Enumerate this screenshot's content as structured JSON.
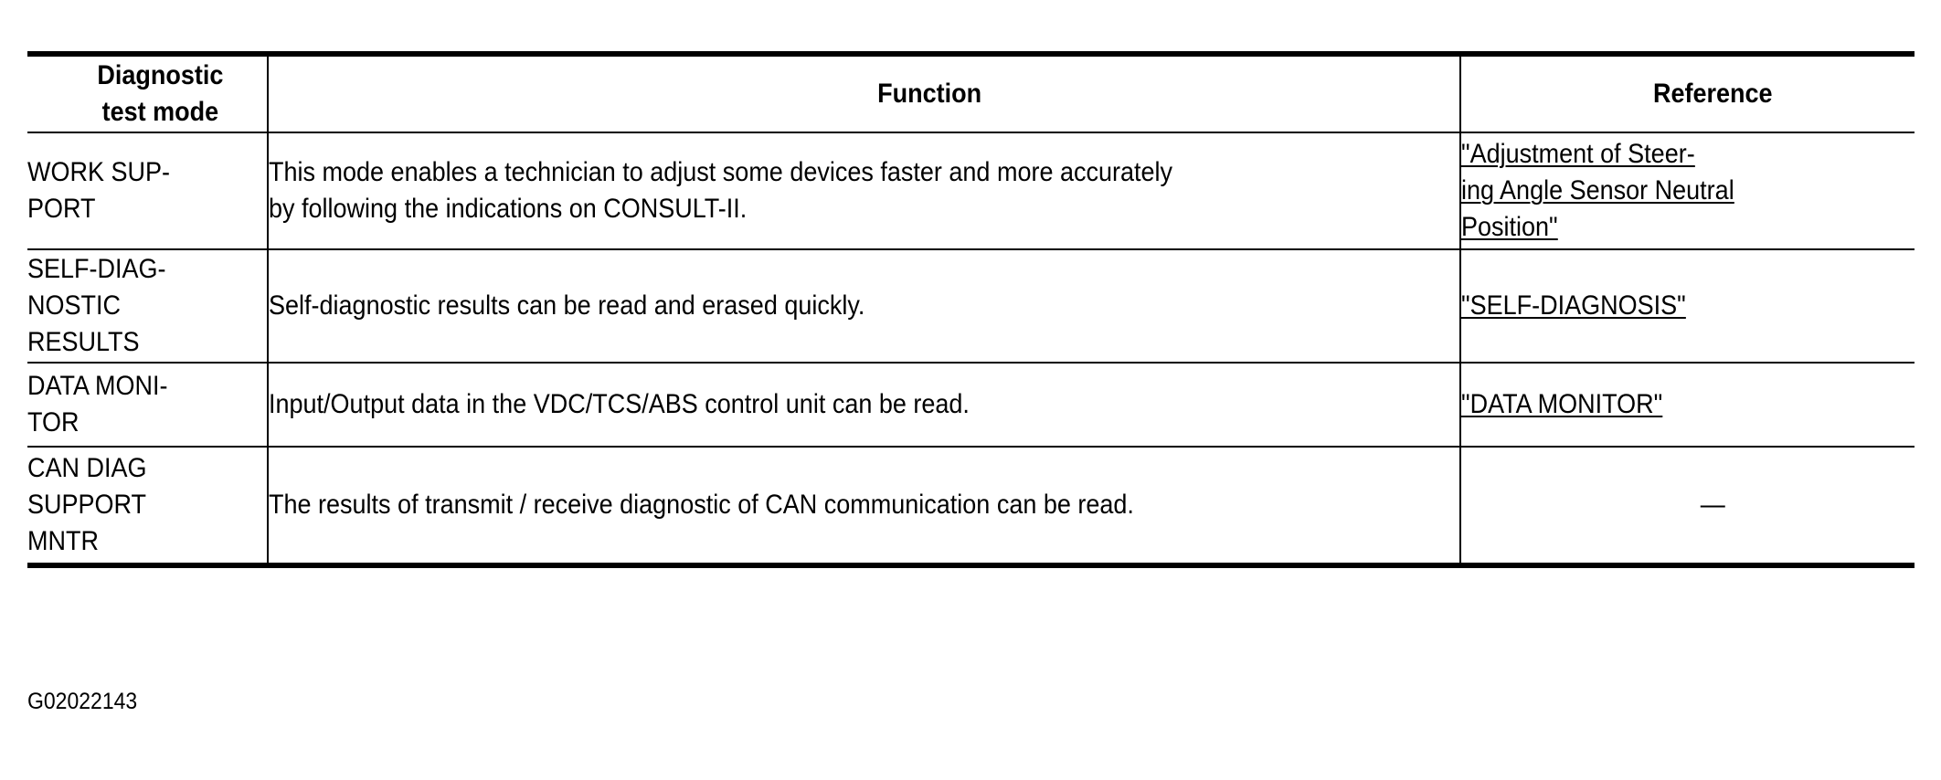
{
  "document": {
    "caption_code": "G02022143"
  },
  "table": {
    "headers": {
      "mode": "Diagnostic\ntest mode",
      "mode_line_1": "Diagnostic",
      "mode_line_2": "test mode",
      "function": "Function",
      "reference": "Reference"
    },
    "rows": [
      {
        "mode_line_1": "WORK SUP-",
        "mode_line_2": "PORT",
        "mode_full": "WORK SUPPORT",
        "function_line_1": "This mode enables a technician to adjust some devices faster and more accurately",
        "function_line_2": "by following the indications on CONSULT-II.",
        "function_full": "This mode enables a technician to adjust some devices faster and more accurately by following the indications on CONSULT-II.",
        "reference_type": "link",
        "reference_line_1": "\"Adjustment of Steer-",
        "reference_line_2": "ing Angle Sensor Neutral ",
        "reference_line_3": "Position\"",
        "reference_full": "\"Adjustment of Steering Angle Sensor Neutral Position\""
      },
      {
        "mode_line_1": "SELF-DIAG-",
        "mode_line_2": "NOSTIC",
        "mode_line_3": "RESULTS",
        "mode_full": "SELF-DIAGNOSTIC RESULTS",
        "function_line_1": "Self-diagnostic results can be read and erased quickly.",
        "function_full": "Self-diagnostic results can be read and erased quickly.",
        "reference_type": "link",
        "reference_line_1": "\"SELF-DIAGNOSIS\"",
        "reference_full": "\"SELF-DIAGNOSIS\""
      },
      {
        "mode_line_1": "DATA MONI-",
        "mode_line_2": "TOR",
        "mode_full": "DATA MONITOR",
        "function_line_1": "Input/Output data in the VDC/TCS/ABS control unit can be read.",
        "function_full": "Input/Output data in the VDC/TCS/ABS control unit can be read.",
        "reference_type": "link",
        "reference_line_1": "\"DATA MONITOR\"",
        "reference_full": "\"DATA MONITOR\""
      },
      {
        "mode_line_1": "CAN DIAG",
        "mode_line_2": "SUPPORT",
        "mode_line_3": "MNTR",
        "mode_full": "CAN DIAG SUPPORT MNTR",
        "function_line_1": "The results of transmit / receive diagnostic of CAN communication can be read.",
        "function_full": "The results of transmit / receive diagnostic of CAN communication can be read.",
        "reference_type": "dash",
        "reference_line_1": "—",
        "reference_full": "—"
      }
    ]
  },
  "colors": {
    "text": "#000000",
    "rule": "#000000",
    "background": "#ffffff"
  }
}
